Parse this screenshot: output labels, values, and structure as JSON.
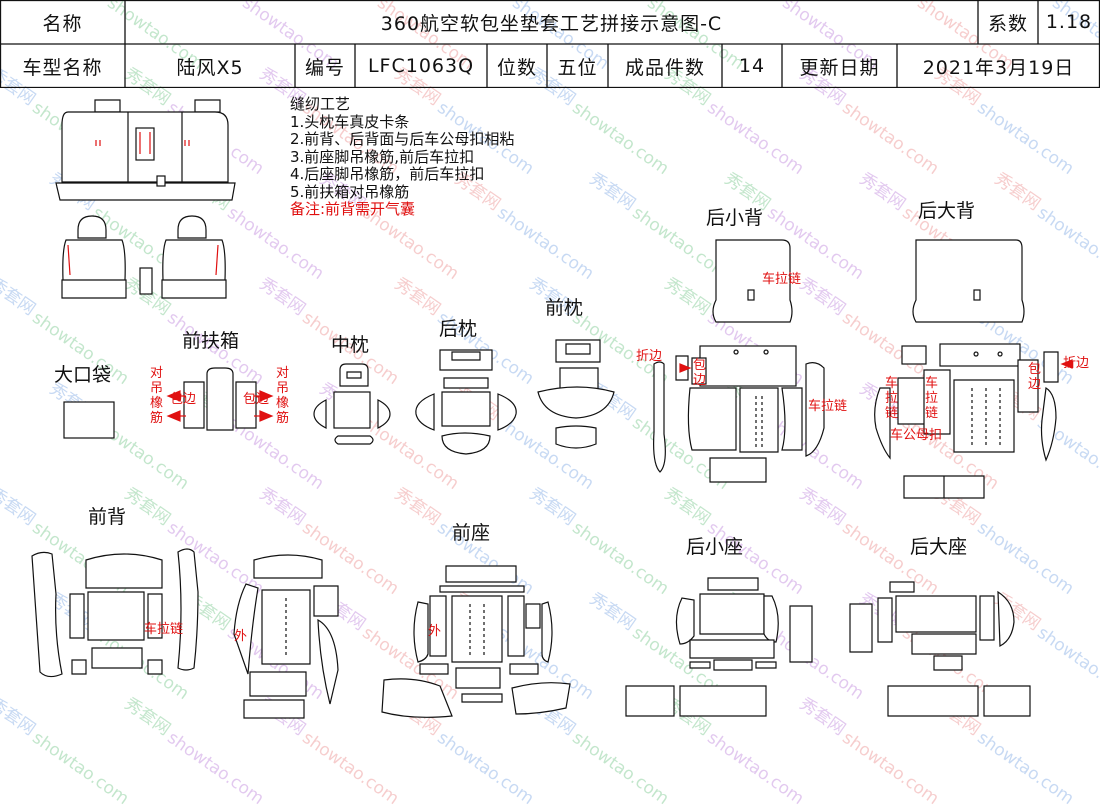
{
  "header": {
    "name_label": "名称",
    "title": "360航空软包坐垫套工艺拼接示意图-C",
    "coef_label": "系数",
    "coef_value": "1.18",
    "model_label": "车型名称",
    "model_value": "陆风X5",
    "code_label": "编号",
    "code_value": "LFC1063Q",
    "seats_label": "位数",
    "seats_value": "五位",
    "pieces_label": "成品件数",
    "pieces_value": "14",
    "date_label": "更新日期",
    "date_value": "2021年3月19日"
  },
  "notes": {
    "title": "缝纫工艺",
    "items": [
      "1.头枕车真皮卡条",
      "2.前背、后背面与后车公母扣相粘",
      "3.前座脚吊橡筋,前后车拉扣",
      "4.后座脚吊橡筋，前后车拉扣",
      "5.前扶箱对吊橡筋"
    ],
    "remark": "备注:前背需开气囊"
  },
  "labels": {
    "front_armrest": "前扶箱",
    "middle_pillow": "中枕",
    "rear_pillow": "后枕",
    "front_pillow": "前枕",
    "rear_small_back": "后小背",
    "rear_big_back": "后大背",
    "big_pocket": "大口袋",
    "front_back": "前背",
    "front_seat": "前座",
    "rear_small_seat": "后小座",
    "rear_big_seat": "后大座"
  },
  "red_labels": {
    "elastic_v": "对\n吊\n橡\n筋",
    "edge_wrap": "包边",
    "zipper": "车拉链",
    "fold_edge": "折边",
    "wrap_v": "包\n边",
    "zipper_v": "车\n拉\n链",
    "snap": "车公母扣",
    "outer": "外"
  },
  "watermark": {
    "site": "showtao.com",
    "brand": "秀套网"
  },
  "colors": {
    "annotation": "#e01010",
    "line": "#111111",
    "watermark_blue": "#3a7bd5",
    "watermark_green": "#2aa84a",
    "watermark_purple": "#9b3fc8",
    "watermark_red": "#e05050"
  }
}
